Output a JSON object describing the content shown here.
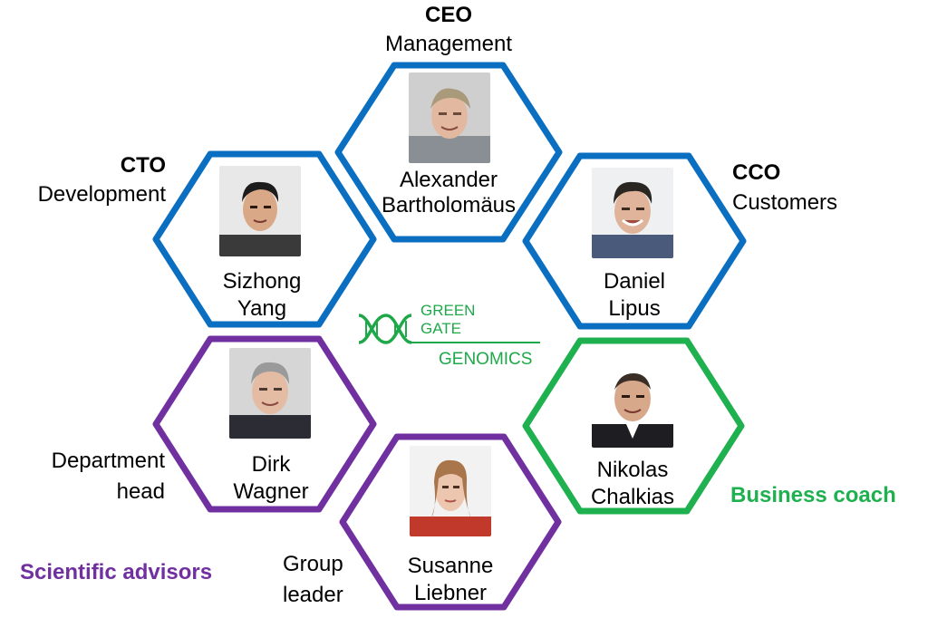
{
  "colors": {
    "executive": "#0b6fc1",
    "advisor": "#7030a0",
    "coach": "#1fb04f",
    "logo_green": "#1fa84a"
  },
  "executives": [
    {
      "role": "CEO",
      "area": "Management",
      "name_line1": "Alexander",
      "name_line2": "Bartholomäus",
      "icon": "portrait-ceo"
    },
    {
      "role": "CTO",
      "area": "Development",
      "name_line1": "Sizhong",
      "name_line2": "Yang",
      "icon": "portrait-cto"
    },
    {
      "role": "CCO",
      "area": "Customers",
      "name_line1": "Daniel",
      "name_line2": "Lipus",
      "icon": "portrait-cco"
    }
  ],
  "advisors": [
    {
      "role_line1": "Department",
      "role_line2": "head",
      "name_line1": "Dirk",
      "name_line2": "Wagner",
      "icon": "portrait-advisor-1"
    },
    {
      "role_line1": "Group",
      "role_line2": "leader",
      "name_line1": "Susanne",
      "name_line2": "Liebner",
      "icon": "portrait-advisor-2"
    }
  ],
  "coach": {
    "name_line1": "Nikolas",
    "name_line2": "Chalkias",
    "icon": "portrait-coach"
  },
  "group_labels": {
    "scientific_advisors": "Scientific advisors",
    "business_coach": "Business coach"
  },
  "logo": {
    "line1": "GREEN",
    "line2": "GATE",
    "line3": "GENOMICS",
    "icon": "dna-helix-icon"
  }
}
